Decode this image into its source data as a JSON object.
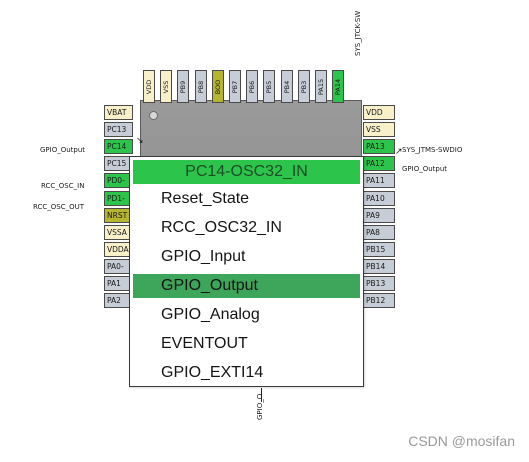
{
  "chip": {
    "top_pins": [
      {
        "label": "VDD",
        "color": "cream"
      },
      {
        "label": "VSS",
        "color": "cream"
      },
      {
        "label": "PB9",
        "color": "grey"
      },
      {
        "label": "PB8",
        "color": "grey"
      },
      {
        "label": "BOO",
        "color": "olive"
      },
      {
        "label": "PB7",
        "color": "grey"
      },
      {
        "label": "PB6",
        "color": "grey"
      },
      {
        "label": "PB5",
        "color": "grey"
      },
      {
        "label": "PB4",
        "color": "grey"
      },
      {
        "label": "PB3",
        "color": "grey"
      },
      {
        "label": "PA15",
        "color": "grey"
      },
      {
        "label": "PA14",
        "color": "green"
      }
    ],
    "left_pins": [
      {
        "label": "VBAT",
        "color": "cream"
      },
      {
        "label": "PC13",
        "color": "grey"
      },
      {
        "label": "PC14",
        "color": "green"
      },
      {
        "label": "PC15",
        "color": "grey"
      },
      {
        "label": "PD0-",
        "color": "green"
      },
      {
        "label": "PD1-",
        "color": "green"
      },
      {
        "label": "NRST",
        "color": "olive"
      },
      {
        "label": "VSSA",
        "color": "cream"
      },
      {
        "label": "VDDA",
        "color": "cream"
      },
      {
        "label": "PA0-",
        "color": "grey"
      },
      {
        "label": "PA1",
        "color": "grey"
      },
      {
        "label": "PA2",
        "color": "grey"
      }
    ],
    "right_pins": [
      {
        "label": "VDD",
        "color": "cream"
      },
      {
        "label": "VSS",
        "color": "cream"
      },
      {
        "label": "PA13",
        "color": "green"
      },
      {
        "label": "PA12",
        "color": "green"
      },
      {
        "label": "PA11",
        "color": "grey"
      },
      {
        "label": "PA10",
        "color": "grey"
      },
      {
        "label": "PA9",
        "color": "grey"
      },
      {
        "label": "PA8",
        "color": "grey"
      },
      {
        "label": "PB15",
        "color": "grey"
      },
      {
        "label": "PB14",
        "color": "grey"
      },
      {
        "label": "PB13",
        "color": "grey"
      },
      {
        "label": "PB12",
        "color": "grey"
      }
    ]
  },
  "labels": {
    "left_gpio_output": "GPIO_Output",
    "left_rcc_osc_in": "RCC_OSC_IN",
    "left_rcc_osc_out": "RCC_OSC_OUT",
    "right_sys_jtms": "SYS_JTMS-SWDIO",
    "right_gpio_output": "GPIO_Output",
    "top_sys_jtck": "SYS_JTCK-SW",
    "bottom_gpio": "GPIO_O"
  },
  "popup": {
    "title": "PC14-OSC32_IN",
    "items": [
      {
        "label": "Reset_State",
        "selected": false
      },
      {
        "label": "RCC_OSC32_IN",
        "selected": false
      },
      {
        "label": "GPIO_Input",
        "selected": false
      },
      {
        "label": "GPIO_Output",
        "selected": true
      },
      {
        "label": "GPIO_Analog",
        "selected": false
      },
      {
        "label": "EVENTOUT",
        "selected": false
      },
      {
        "label": "GPIO_EXTI14",
        "selected": false
      }
    ]
  },
  "watermark": "CSDN @mosifan",
  "colors": {
    "grey": "#c6cdd6",
    "cream": "#f8f0c8",
    "olive": "#b5b530",
    "green": "#2dc44b",
    "selected": "#3ea65a"
  }
}
